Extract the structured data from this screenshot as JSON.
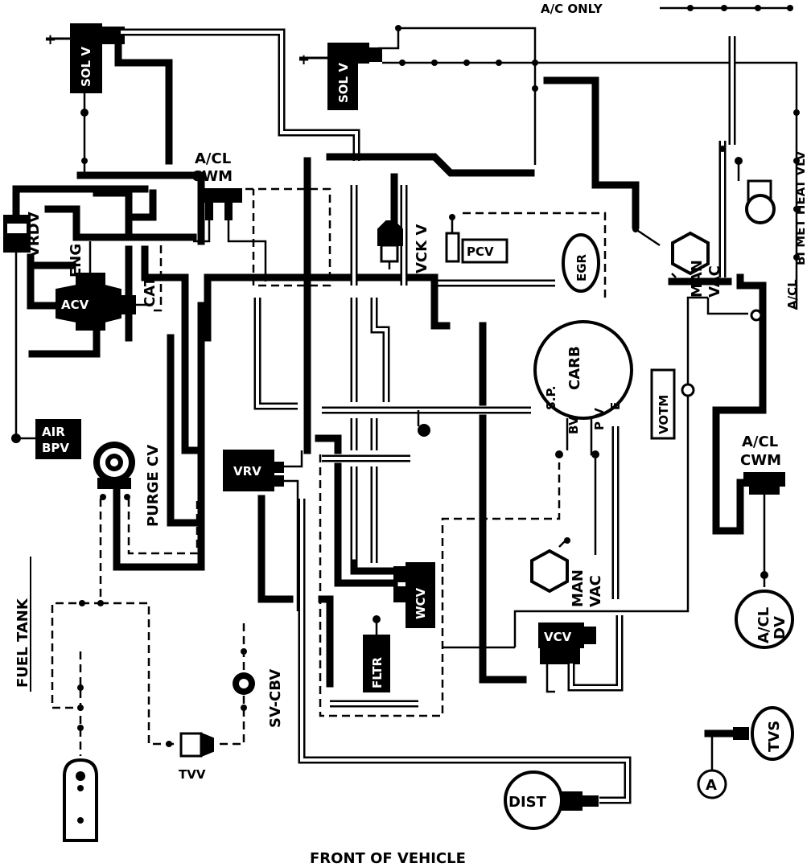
{
  "legend": {
    "ac_only": "A/C ONLY"
  },
  "footer": {
    "front_of_vehicle": "FRONT OF VEHICLE"
  },
  "components": {
    "sol_v_left": "SOL V",
    "sol_v_center": "SOL V",
    "acl_cwm_top": [
      "A/CL",
      "CWM"
    ],
    "vrdv": "VRDV",
    "eng": "ENG",
    "cat": "CAT",
    "acv": "ACV",
    "air_bpv": [
      "AIR",
      "BPV"
    ],
    "purge_cv": "PURGE CV",
    "vrv": "VRV",
    "vck_v": "VCK V",
    "pcv": "PCV",
    "egr": "EGR",
    "man_vac_top": [
      "MAN",
      "VAC"
    ],
    "bimet_heat_vlv": "BI MET HEAT VLV",
    "acl_right": "A/CL",
    "carb": "CARB",
    "carb_sp": "S.P.",
    "carb_bv": "BV",
    "carb_pv": "P V",
    "carb_e": "E",
    "votm": "VOTM",
    "acl_cwm_right": [
      "A/CL",
      "CWM"
    ],
    "man_vac_bottom": [
      "MAN",
      "VAC"
    ],
    "wcv": "WCV",
    "fltr": "FLTR",
    "vcv": "VCV",
    "acl_dv": [
      "A/CL",
      "DV"
    ],
    "tvs": "TVS",
    "a_marker": "A",
    "fuel_tank": "FUEL TANK",
    "sv_cbv": "SV-CBV",
    "tvv": "TVV",
    "dist": "DIST",
    "plus": "+"
  }
}
